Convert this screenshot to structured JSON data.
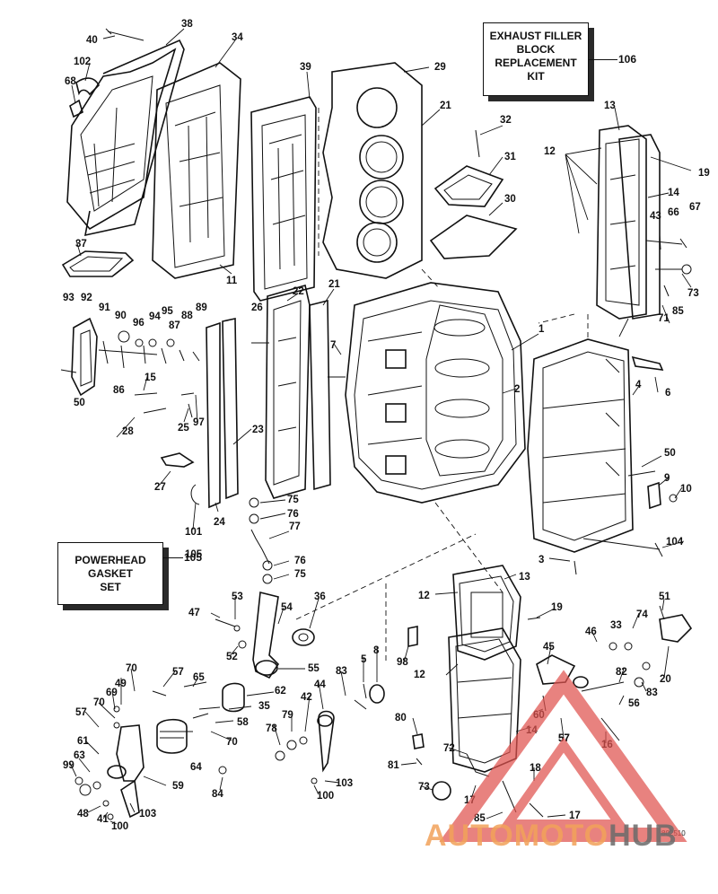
{
  "kits": {
    "exhaust": {
      "lines": [
        "EXHAUST FILLER",
        "BLOCK",
        "REPLACEMENT",
        "KIT"
      ],
      "number": "106"
    },
    "gasket": {
      "lines": [
        "POWERHEAD",
        "GASKET",
        "SET"
      ],
      "number": "105"
    }
  },
  "figure_code": "802510",
  "watermark": {
    "part1": "AUTOMOTO",
    "part2": "HUB",
    "color1": "#f2a25a",
    "color2": "#6b6b6b",
    "logo_color": "#e0534f"
  },
  "labels": [
    "40",
    "38",
    "34",
    "102",
    "68",
    "39",
    "29",
    "21",
    "32",
    "31",
    "30",
    "13",
    "12",
    "19",
    "14",
    "43",
    "66",
    "67",
    "73",
    "71",
    "85",
    "37",
    "11",
    "22",
    "21",
    "93",
    "92",
    "91",
    "90",
    "96",
    "94",
    "95",
    "88",
    "89",
    "87",
    "86",
    "26",
    "7",
    "1",
    "2",
    "4",
    "6",
    "15",
    "50",
    "28",
    "25",
    "97",
    "23",
    "27",
    "101",
    "24",
    "75",
    "76",
    "77",
    "50",
    "9",
    "10",
    "104",
    "3",
    "105",
    "76",
    "75",
    "13",
    "12",
    "19",
    "47",
    "53",
    "54",
    "36",
    "52",
    "55",
    "62",
    "83",
    "5",
    "8",
    "98",
    "57",
    "65",
    "35",
    "58",
    "70",
    "70",
    "69",
    "49",
    "57",
    "70",
    "61",
    "63",
    "64",
    "59",
    "99",
    "48",
    "41",
    "103",
    "100",
    "84",
    "42",
    "44",
    "79",
    "78",
    "100",
    "103",
    "12",
    "45",
    "46",
    "33",
    "74",
    "51",
    "20",
    "82",
    "83",
    "56",
    "60",
    "57",
    "16",
    "80",
    "81",
    "14",
    "72",
    "73",
    "17",
    "18",
    "85",
    "17",
    "57"
  ]
}
